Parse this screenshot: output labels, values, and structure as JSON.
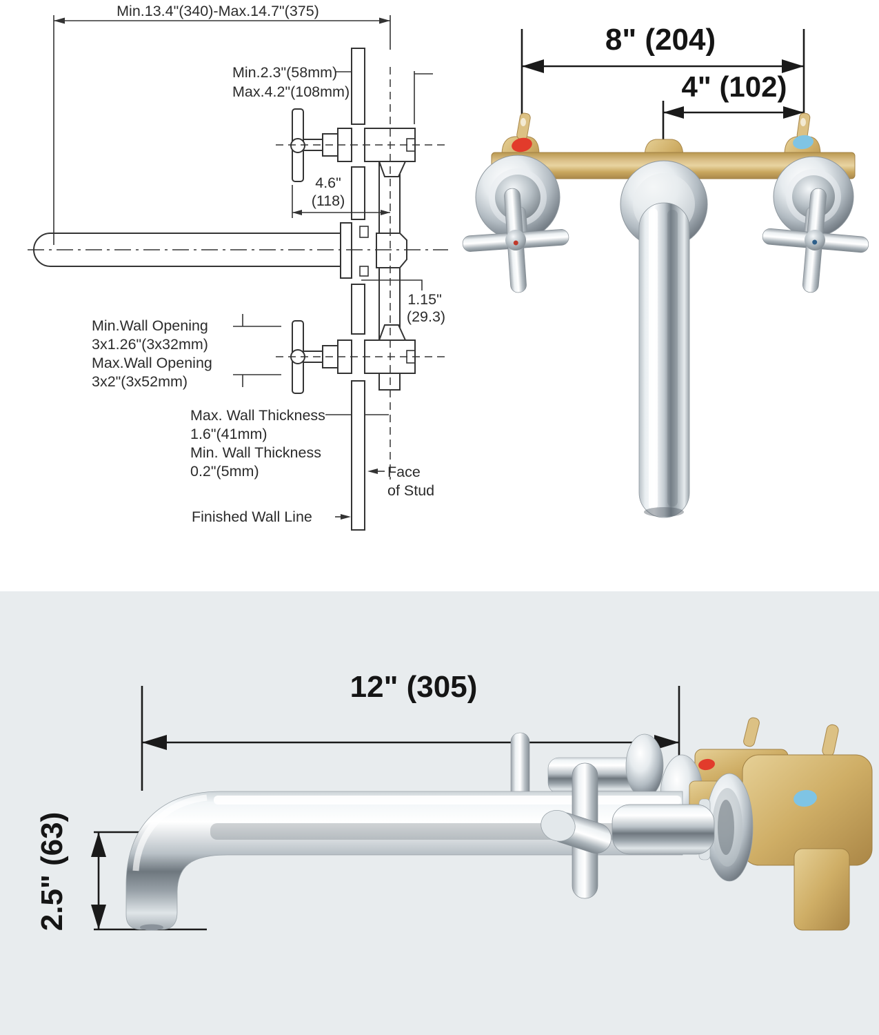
{
  "colors": {
    "page_bg": "#ffffff",
    "panel_bg": "#e8ecee",
    "line_art": "#333333",
    "brass": "#cfae66",
    "chrome": "#c6cdd2",
    "hot_indicator": "#e23b2b",
    "cold_indicator": "#7fc4e4"
  },
  "tech_diagram": {
    "dim_overall": "Min.13.4\"(340)-Max.14.7\"(375)",
    "dim_depth_min": "Min.2.3\"(58mm)",
    "dim_depth_max": "Max.4.2\"(108mm)",
    "dim_handle_offset_in": "4.6\"",
    "dim_handle_offset_mm": "(118)",
    "dim_spout_offset_in": "1.15\"",
    "dim_spout_offset_mm": "(29.3)",
    "wall_opening": [
      "Min.Wall Opening",
      "3x1.26\"(3x32mm)",
      "Max.Wall Opening",
      "3x2\"(3x52mm)"
    ],
    "wall_thickness": [
      "Max. Wall Thickness",
      "1.6\"(41mm)",
      "Min. Wall Thickness",
      "0.2\"(5mm)"
    ],
    "face_of_stud": [
      "Face",
      "of Stud"
    ],
    "finished_wall_line": "Finished Wall Line"
  },
  "front_view": {
    "dim_handle_spacing": "8\" (204)",
    "dim_handle_to_spout": "4\" (102)"
  },
  "side_view": {
    "dim_spout_reach": "12\" (305)",
    "dim_spout_drop": "2.5\" (63)"
  }
}
